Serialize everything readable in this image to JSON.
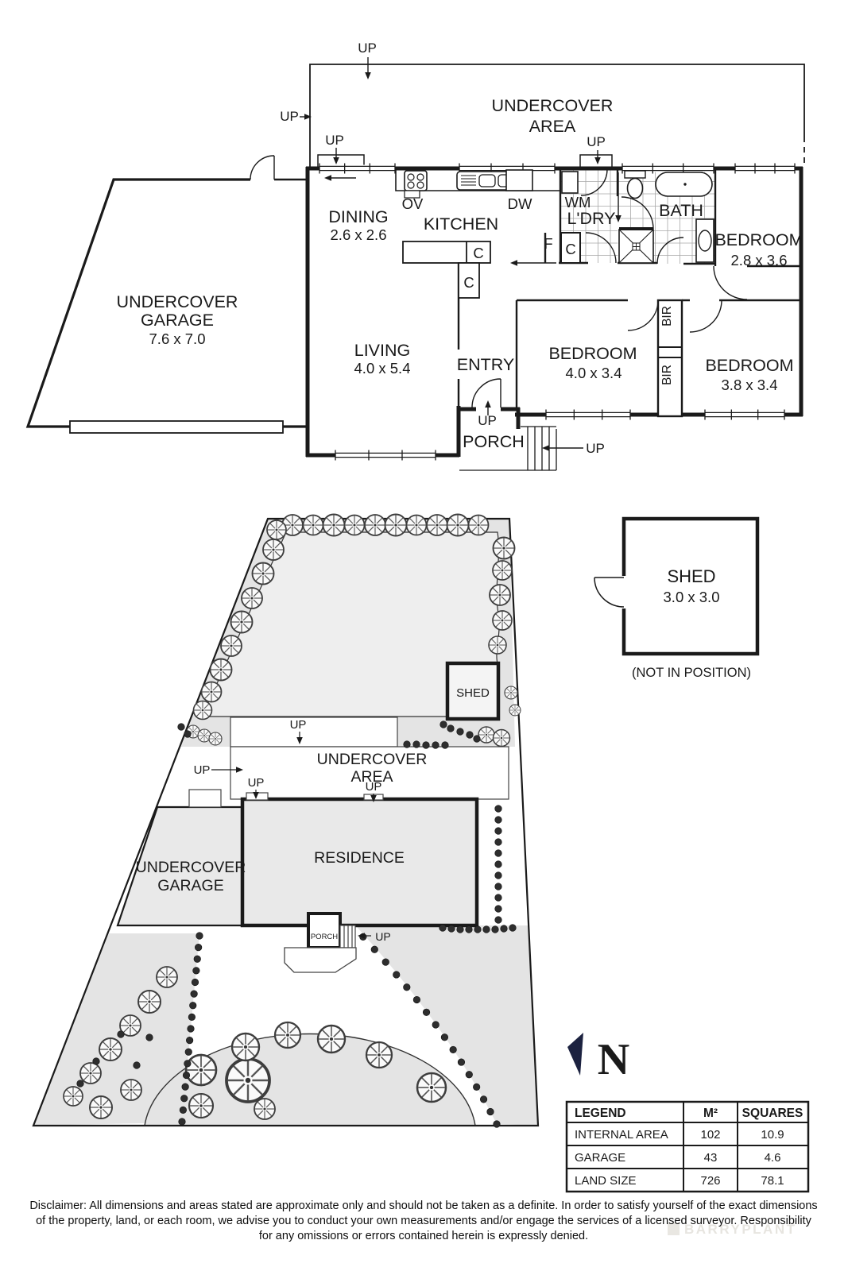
{
  "labels": {
    "up": "UP"
  },
  "floor_plan": {
    "undercover_area": {
      "line1": "UNDERCOVER",
      "line2": "AREA"
    },
    "garage": {
      "line1": "UNDERCOVER",
      "line2": "GARAGE",
      "dims": "7.6 x 7.0"
    },
    "dining": {
      "name": "DINING",
      "dims": "2.6 x 2.6"
    },
    "kitchen": {
      "name": "KITCHEN",
      "ov": "OV",
      "dw": "DW"
    },
    "laundry": {
      "name": "L'DRY",
      "wm": "WM",
      "f": "F"
    },
    "bath": {
      "name": "BATH"
    },
    "living": {
      "name": "LIVING",
      "dims": "4.0 x 5.4"
    },
    "entry": {
      "name": "ENTRY"
    },
    "porch": {
      "name": "PORCH"
    },
    "bedroom1": {
      "name": "BEDROOM",
      "dims": "4.0 x 3.4"
    },
    "bedroom2": {
      "name": "BEDROOM",
      "dims": "3.8 x 3.4"
    },
    "bedroom3": {
      "name": "BEDROOM",
      "dims": "2.8 x 3.6"
    },
    "cupboard": "C",
    "robe": "BIR"
  },
  "site_plan": {
    "residence": "RESIDENCE",
    "garage": {
      "line1": "UNDERCOVER",
      "line2": "GARAGE"
    },
    "undercover_area": {
      "line1": "UNDERCOVER",
      "line2": "AREA"
    },
    "shed": "SHED",
    "porch": "PORCH",
    "north": "N"
  },
  "shed_detail": {
    "name": "SHED",
    "dims": "3.0 x 3.0",
    "note": "(NOT IN POSITION)"
  },
  "legend": {
    "headers": [
      "LEGEND",
      "M²",
      "SQUARES"
    ],
    "rows": [
      [
        "INTERNAL AREA",
        "102",
        "10.9"
      ],
      [
        "GARAGE",
        "43",
        "4.6"
      ],
      [
        "LAND SIZE",
        "726",
        "78.1"
      ]
    ]
  },
  "disclaimer": {
    "line1": "Disclaimer: All dimensions and areas stated are approximate only and should not be taken as a definite. In order to satisfy yourself of the exact dimensions",
    "line2": "of the property, land, or each room, we advise you to conduct your own measurements and/or engage the services of a licensed surveyor. Responsibility",
    "line3": "for any omissions or errors contained herein is expressly denied."
  },
  "watermark": "BARRYPLANT",
  "colors": {
    "ink": "#1a1a1a",
    "yard_outer": "#e4e4e4",
    "yard_inner": "#eeeeee",
    "building": "#e9e9e9",
    "north": "#1c2240",
    "watermark": "#e7e5e0"
  }
}
